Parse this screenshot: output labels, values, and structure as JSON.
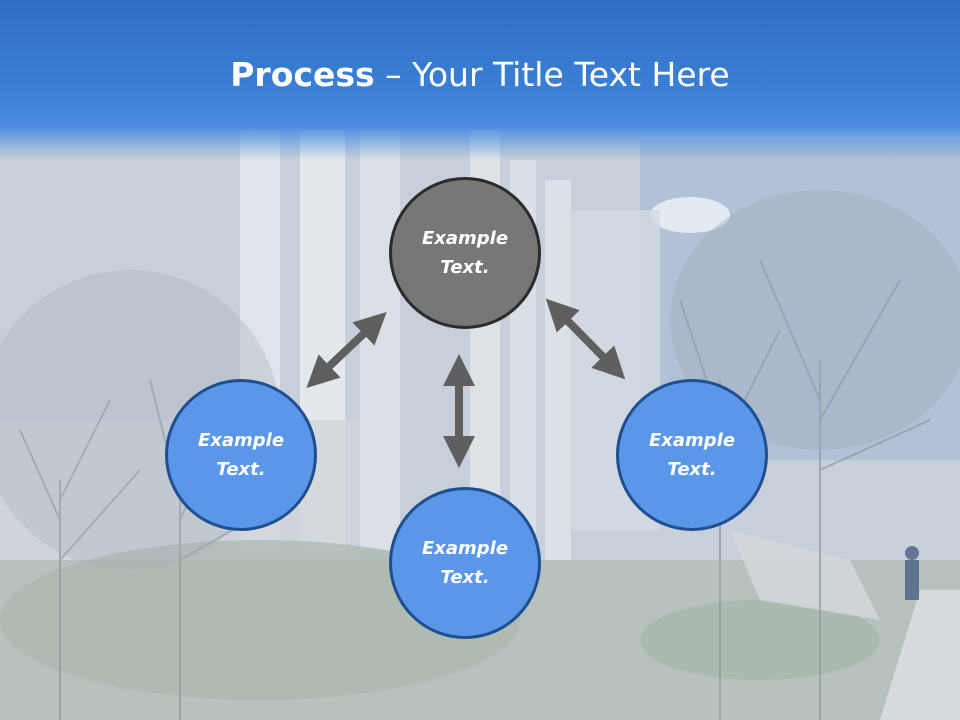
{
  "title": {
    "bold": "Process",
    "rest": " – Your Title Text Here"
  },
  "nodes": {
    "top": "Example Text.",
    "left": "Example Text.",
    "right": "Example Text.",
    "bottom": "Example Text."
  },
  "colors": {
    "header": "#3a7fd6",
    "node_center": "#777777",
    "node_outer": "#5a97e8",
    "arrow": "#5f5f5f"
  }
}
